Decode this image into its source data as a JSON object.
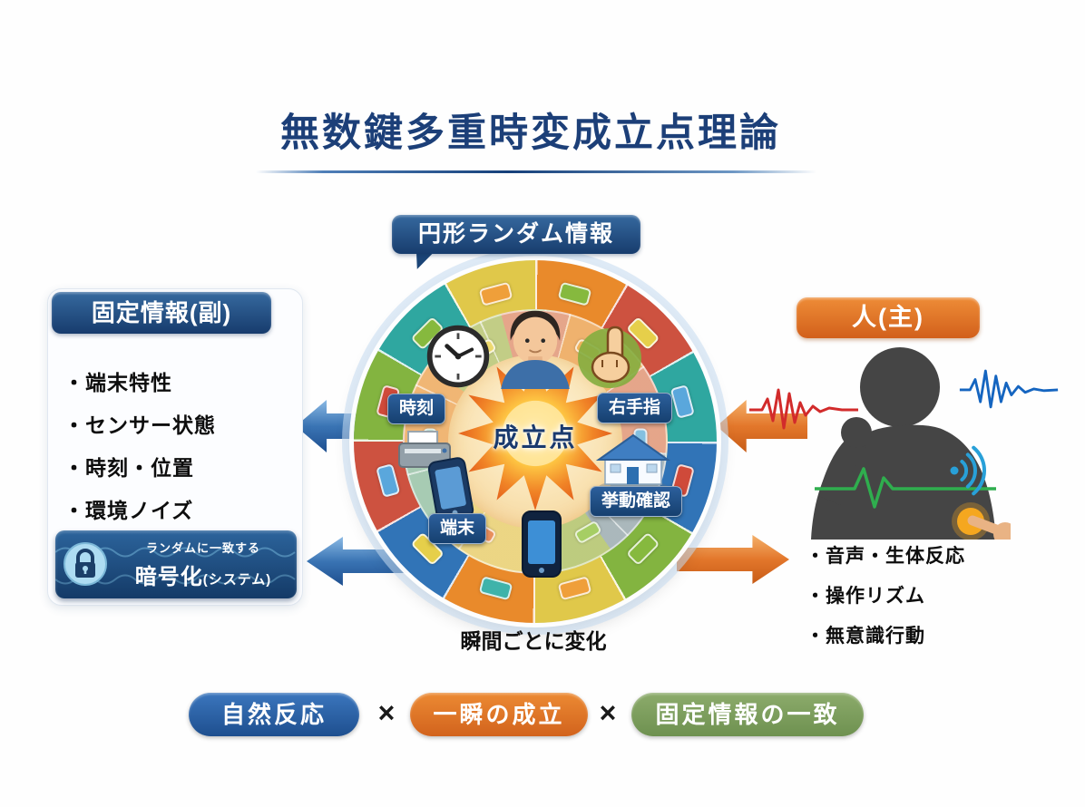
{
  "title": "無数鍵多重時変成立点理論",
  "wheel": {
    "top_label": "円形ランダム情報",
    "center_label": "成立点",
    "time_label": "時刻",
    "right_finger_label": "右手指",
    "device_label": "端末",
    "behavior_label": "挙動確認",
    "caption": "瞬間ごとに変化"
  },
  "fixed_info_panel": {
    "header": "固定情報(副)",
    "items": [
      "・端末特性",
      "・センサー状態",
      "・時刻・位置",
      "・環境ノイズ"
    ],
    "encryption": {
      "line1": "ランダムに一致する",
      "line2_main": "暗号化",
      "line2_suffix": "(システム)"
    }
  },
  "person_panel": {
    "header": "人(主)",
    "items": [
      "・音声・生体反応",
      "・操作リズム",
      "・無意識行動"
    ]
  },
  "formula": {
    "item1": "自然反応",
    "operator1": "×",
    "item2": "一瞬の成立",
    "operator2": "×",
    "item3": "固定情報の一致"
  },
  "colors": {
    "title_navy": "#1c3f78",
    "label_navy": "#17406f",
    "accent_orange": "#e0762a",
    "accent_blue": "#2e6cb0",
    "formula_green": "#7b9f5d"
  },
  "icons": {
    "clock": "clock-icon",
    "user_face": "user-face-icon",
    "pointing_finger": "pointing-finger-icon",
    "house": "house-icon",
    "printer": "printer-icon",
    "smartphone": "smartphone-icon",
    "lock": "lock-icon",
    "person_silhouette": "person-silhouette-icon",
    "wifi": "wifi-icon",
    "soundwave_red": "red-soundwave-icon",
    "soundwave_blue": "blue-soundwave-icon",
    "heartbeat": "heartbeat-line-icon",
    "touch_hand": "touch-hand-icon",
    "starburst": "starburst-icon"
  }
}
